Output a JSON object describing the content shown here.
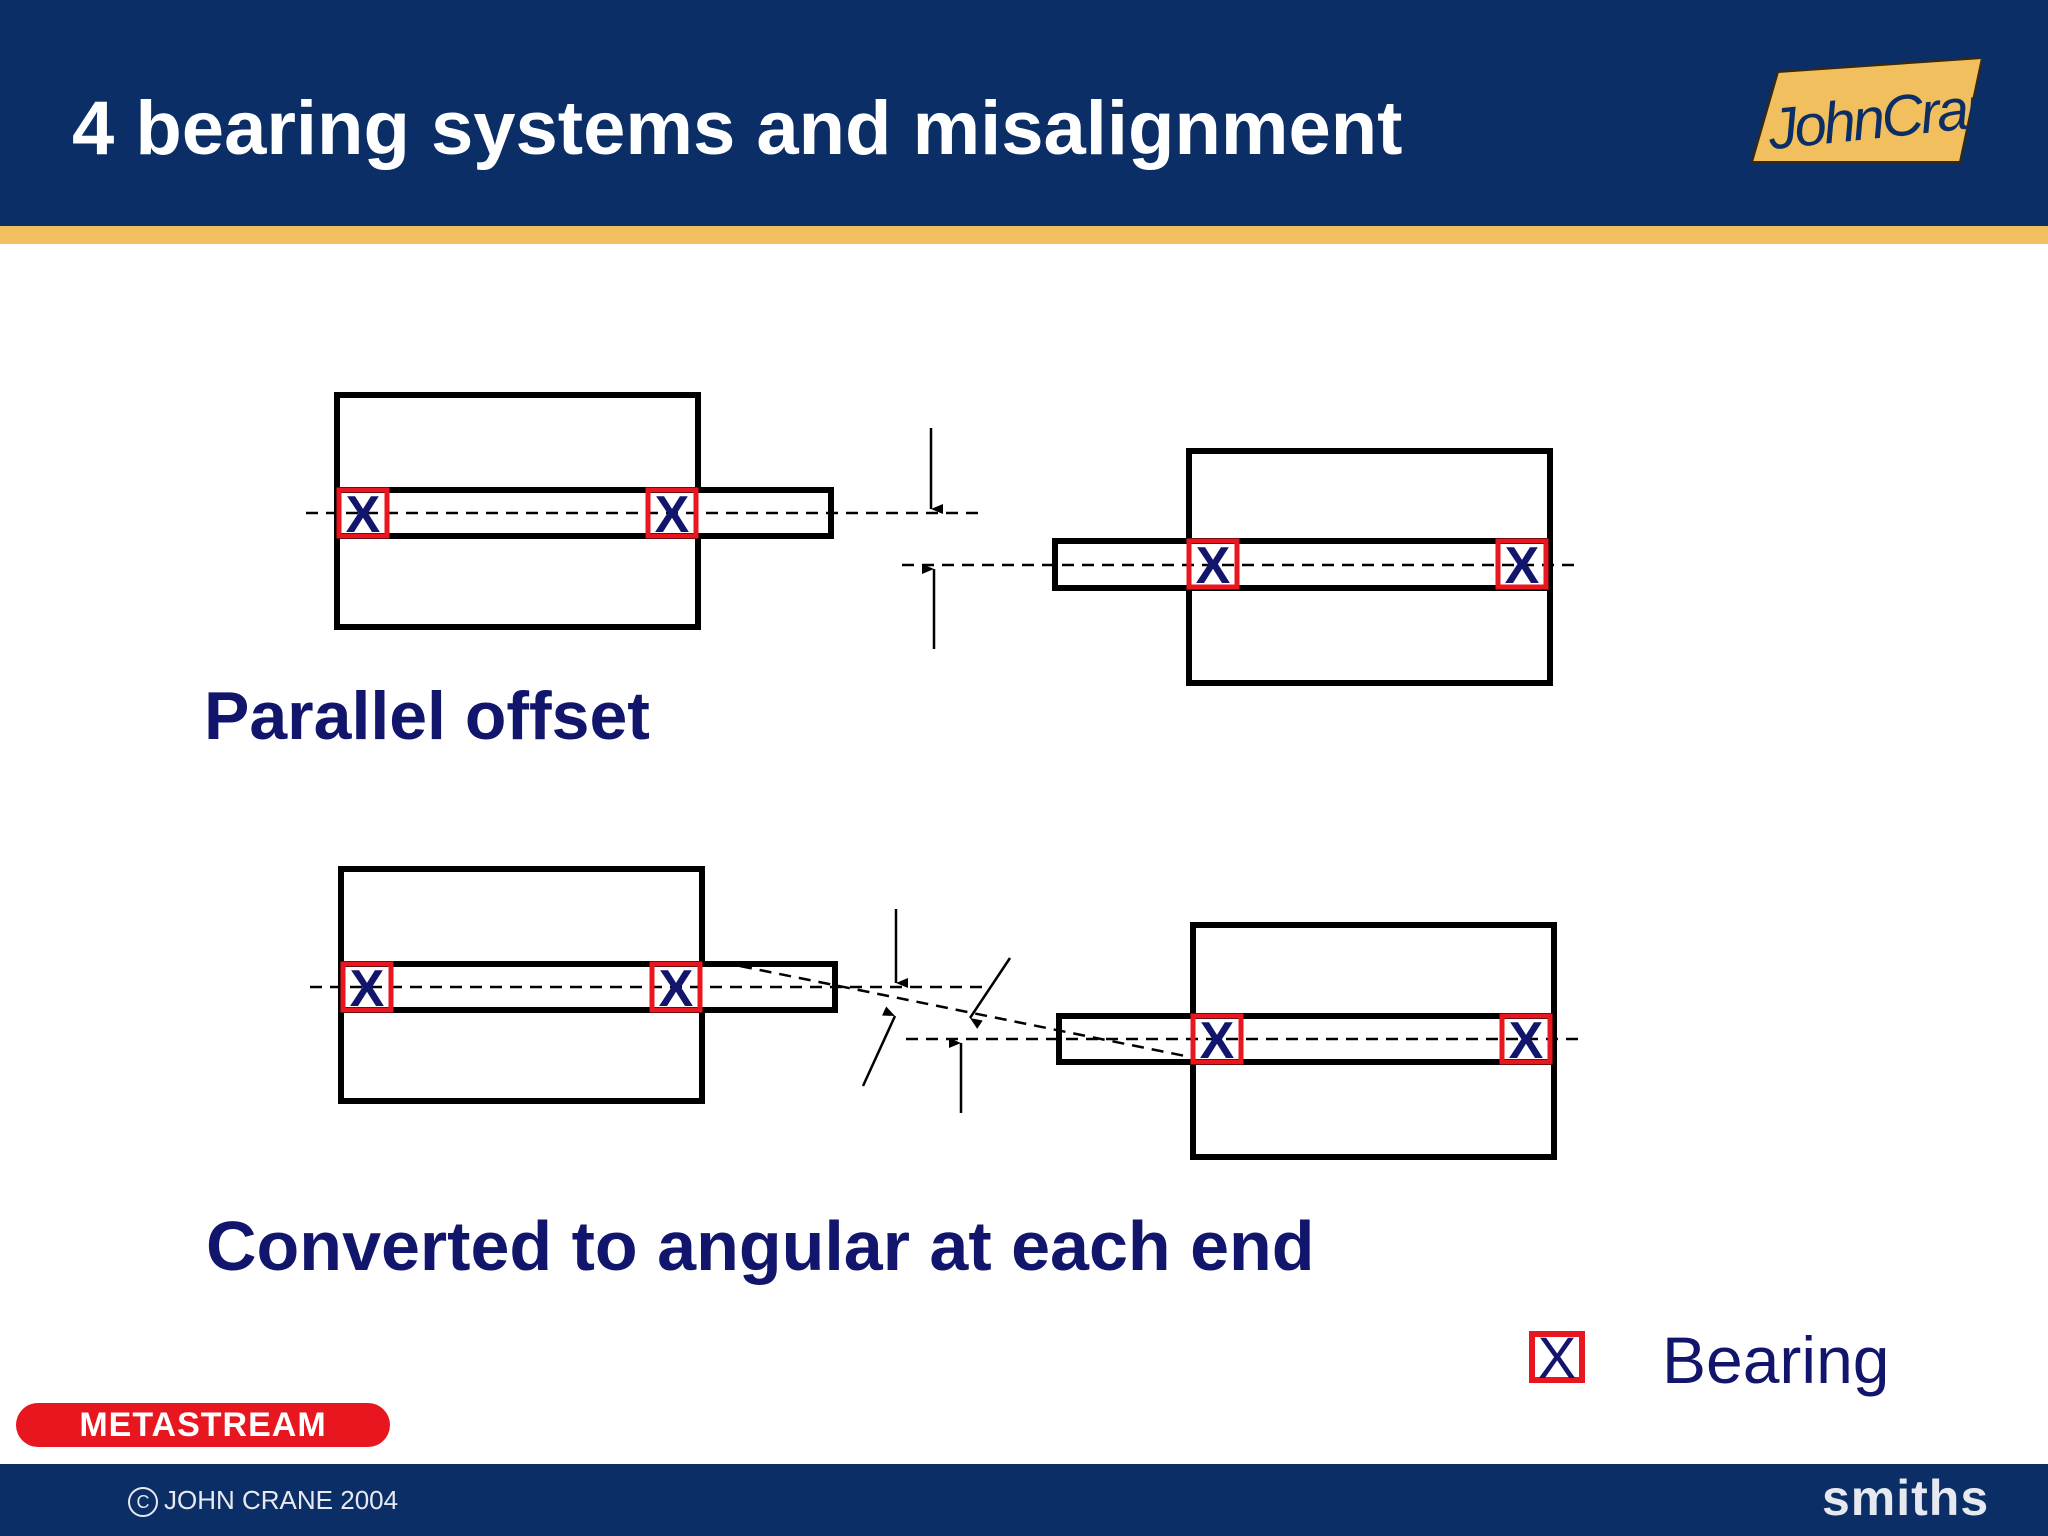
{
  "header": {
    "title": "4 bearing systems and misalignment",
    "logo_text": "JohnCrane",
    "logo_color": "#f2bf5e",
    "background_color": "#0b2e66"
  },
  "diagram": {
    "captions": {
      "parallel": "Parallel offset",
      "angular": "Converted to angular at each end"
    },
    "bearing_marker": "X",
    "bearing_box_color": "#e8161e",
    "bearing_x_color": "#11156b"
  },
  "legend": {
    "marker": "X",
    "label": "Bearing"
  },
  "footer": {
    "badge": "METASTREAM",
    "copyright_symbol": "C",
    "copyright": "JOHN CRANE 2004",
    "brand": "smiths"
  }
}
